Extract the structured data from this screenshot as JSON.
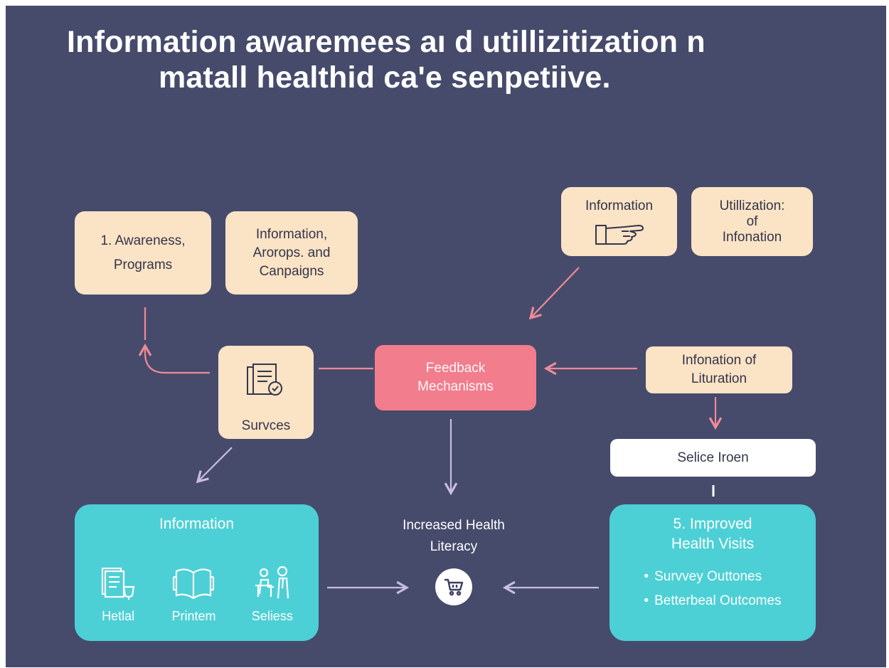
{
  "title": {
    "line1": "Information awaremees aı d utillizitization n",
    "line2": "matall healthid ca'e senpetiive."
  },
  "nodes": {
    "awareness": {
      "line1": "1. Awareness,",
      "line2": "Programs"
    },
    "campaigns": {
      "line1": "Information,",
      "line2": "Arorops. and",
      "line3": "Canpaigns"
    },
    "information_top": {
      "label": "Information",
      "icon": "hand-pointing-icon"
    },
    "utilization": {
      "line1": "Utillization:",
      "line2": "of",
      "line3": "Infonation"
    },
    "surveys": {
      "label": "Survces",
      "icon": "document-check-icon"
    },
    "feedback": {
      "line1": "Feedback",
      "line2": "Mechanisms"
    },
    "information_literation": {
      "line1": "Infonation of",
      "line2": "Lituration"
    },
    "selice": {
      "label": "Selice Iroen"
    },
    "information_panel": {
      "head": "Information",
      "items": [
        {
          "label": "Hetlal",
          "icon": "document-cup-icon"
        },
        {
          "label": "Printem",
          "icon": "open-book-icon"
        },
        {
          "label": "Seliess",
          "icon": "people-desk-icon"
        }
      ]
    },
    "literacy": {
      "line1": "Increased Health",
      "line2": "Literacy",
      "icon": "shopping-cart-icon"
    },
    "improved": {
      "line1": "5. Improved",
      "line2": "Health Visits",
      "bullets": [
        "Survvey Outtones",
        "Betterbeal Outcomes"
      ]
    }
  },
  "colors": {
    "background": "#464b6b",
    "box_peach": "#fbe3c6",
    "box_pink": "#f27d8c",
    "box_teal": "#4dd0d5",
    "arrow_pink": "#f08a97",
    "arrow_lilac": "#c9bde3"
  }
}
